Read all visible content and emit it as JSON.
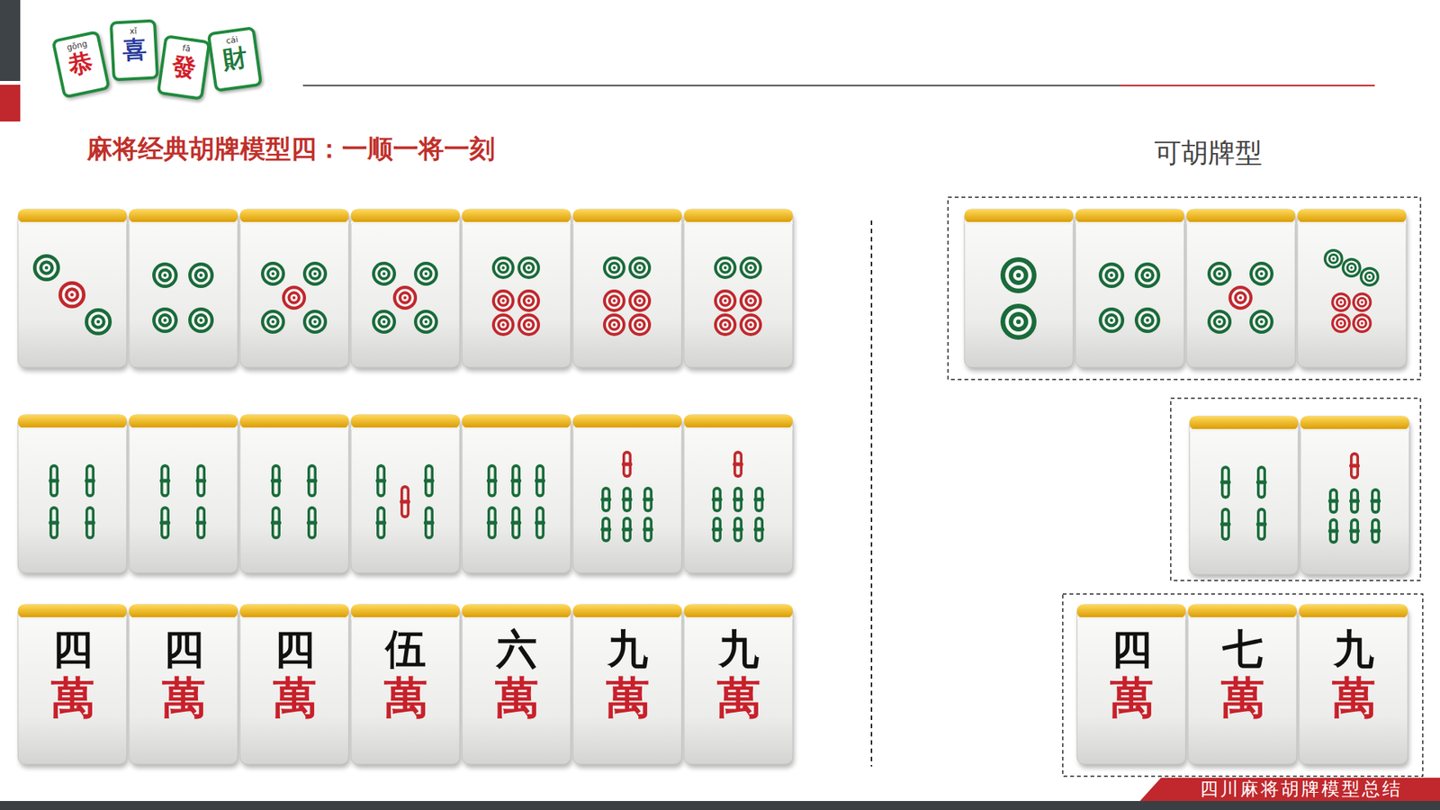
{
  "diagram": {
    "title": "麻将经典胡牌模型四：一顺一将一刻",
    "nodes": [
      {
        "text": [
          "gōng",
          "恭"
        ]
      },
      {
        "text": [
          "xǐ",
          "喜"
        ]
      },
      {
        "text": [
          "fā",
          "發"
        ]
      },
      {
        "text": [
          "cái",
          "財"
        ]
      },
      {
        "text": [
          "四",
          "萬"
        ]
      },
      {
        "text": [
          "四",
          "萬"
        ]
      },
      {
        "text": [
          "四",
          "萬"
        ]
      },
      {
        "text": [
          "伍",
          "萬"
        ]
      },
      {
        "text": [
          "六",
          "萬"
        ]
      },
      {
        "text": [
          "九",
          "萬"
        ]
      },
      {
        "text": [
          "九",
          "萬"
        ]
      },
      {
        "text": [
          "四",
          "萬"
        ]
      },
      {
        "text": [
          "七",
          "萬"
        ]
      },
      {
        "text": [
          "九",
          "萬"
        ]
      }
    ],
    "labels": [
      "可胡牌型",
      "四川麻将胡牌模型总结"
    ]
  }
}
